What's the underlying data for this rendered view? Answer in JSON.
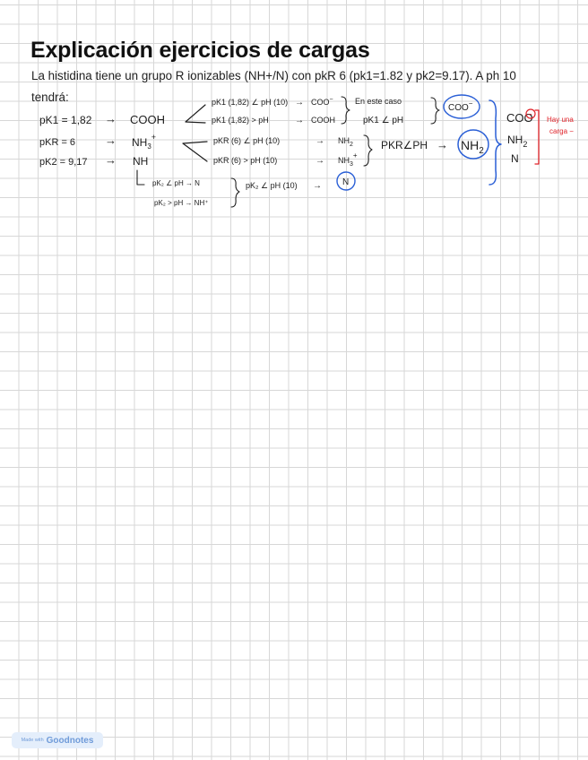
{
  "document": {
    "title": "Explicación ejercicios de cargas",
    "intro_line1": "La histidina tiene un grupo R ionizables (NH+/N) con pkR 6 (pk1=1.82 y pk2=9.17). A ph 10",
    "intro_line2": "tendrá:"
  },
  "notes": {
    "row1": {
      "label": "pK1 = 1,82",
      "group": "COOH",
      "arrow": "→"
    },
    "row2": {
      "label": "pKR = 6",
      "group_base": "NH",
      "group_sub": "3",
      "group_sup": "+",
      "arrow": "→"
    },
    "row3": {
      "label": "pK2 = 9,17",
      "group": "NH",
      "arrow": "→"
    },
    "cond_pk1_lt": "pK1 (1,82) ∠ pH (10)",
    "res_pk1_lt": "COO",
    "res_pk1_lt_sup": "−",
    "cond_pk1_gt": "pK1 (1,82) > pH",
    "res_pk1_gt": "COOH",
    "en_este_caso": "En este caso",
    "pk1_lt_ph": "pK1 ∠ pH",
    "circled_coo": "COO",
    "circled_coo_sup": "−",
    "cond_pkr_lt": "pKR (6) ∠ pH (10)",
    "res_pkr_lt_base": "NH",
    "res_pkr_lt_sub": "2",
    "cond_pkr_gt": "pKR (6) > pH (10)",
    "res_pkr_gt_base": "NH",
    "res_pkr_gt_sub": "3",
    "res_pkr_gt_sup": "+",
    "pkr_lt_ph": "PKR∠PH",
    "circled_nh2_base": "NH",
    "circled_nh2_sub": "2",
    "sub_pk2_lt": "pK₂ ∠ pH → N",
    "sub_pk2_gt": "pK₂ > pH → NH⁺",
    "cond_pk2_lt": "pK₂ ∠ pH (10)",
    "circled_n": "N",
    "final_coo": "COO",
    "final_coo_charge": "−",
    "final_nh2_base": "NH",
    "final_nh2_sub": "2",
    "final_n": "N",
    "red_note_1": "Hay una",
    "red_note_2": "carga −"
  },
  "footer": {
    "made_with": "Made with",
    "brand": "Goodnotes"
  },
  "colors": {
    "ink": "#1d1d1d",
    "blue_ink": "#2a5fd6",
    "red_ink": "#e0232a",
    "grid": "#d7d7d7",
    "badge_bg": "#e4eefb",
    "badge_text": "#6f9bd9"
  }
}
